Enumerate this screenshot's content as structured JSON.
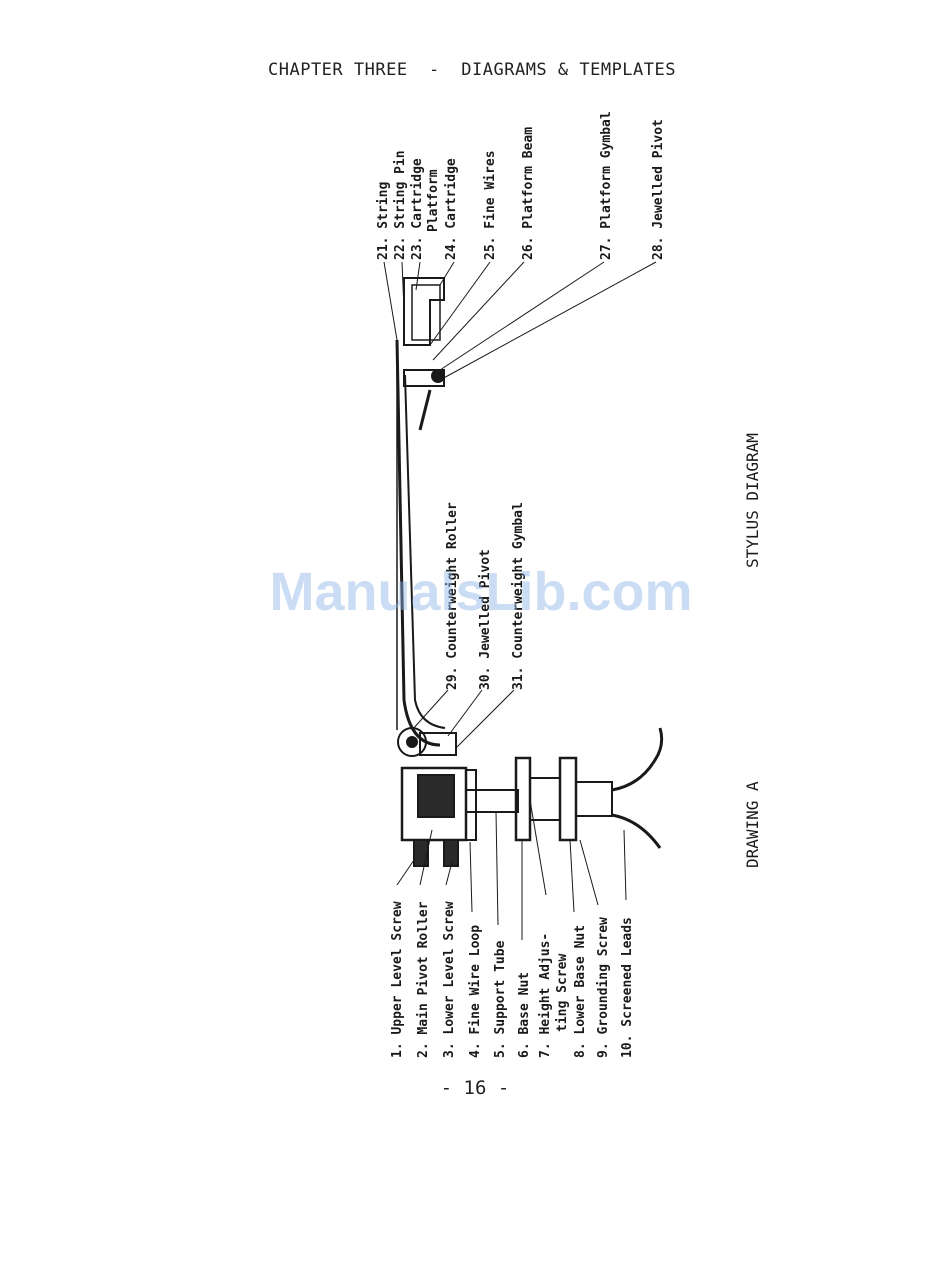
{
  "header": {
    "chapter": "CHAPTER THREE",
    "separator": "-",
    "title": "DIAGRAMS & TEMPLATES"
  },
  "page_number": "- 16 -",
  "watermark": "ManualsLib.com",
  "captions": {
    "drawing": "DRAWING A",
    "diagram": "STYLUS DIAGRAM"
  },
  "labels_bottom": [
    "1. Upper Level Screw",
    "2. Main Pivot Roller",
    "3. Lower Level Screw",
    "4. Fine Wire Loop",
    "5. Support Tube",
    "6. Base Nut",
    "7. Height Adjus-",
    "ting Screw",
    "8. Lower Base Nut",
    "9. Grounding Screw",
    "10. Screened Leads"
  ],
  "labels_middle": [
    "29. Counterweight Roller",
    "30. Jewelled Pivot",
    "31. Counterweight Gymbal"
  ],
  "labels_top": [
    "21. String",
    "22. String Pin",
    "23. Cartridge",
    "Platform",
    "24. Cartridge",
    "25. Fine Wires",
    "26. Platform Beam",
    "27. Platform Gymbal",
    "28. Jewelled Pivot"
  ]
}
